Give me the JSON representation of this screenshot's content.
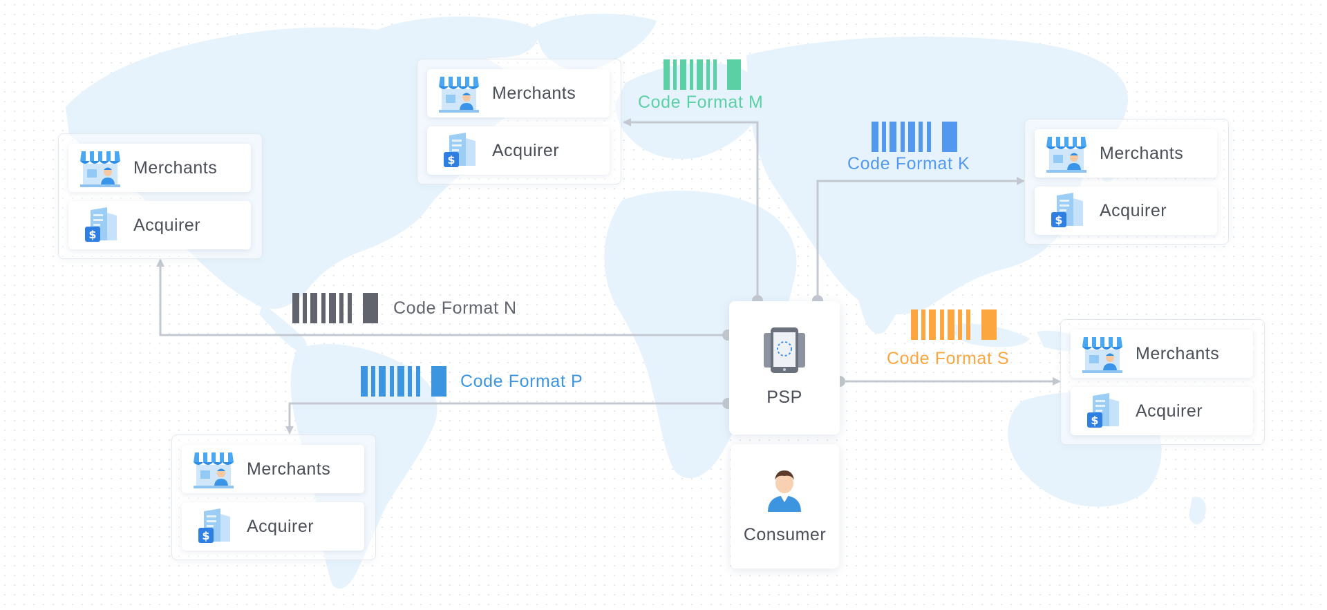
{
  "colors": {
    "map_land": "#e7f3fc",
    "connector": "#c3c8d0",
    "format_m": "#5cd0a5",
    "format_k": "#5298ef",
    "format_n": "#61646d",
    "format_p": "#3d95e0",
    "format_s": "#fca640",
    "text": "#4a4e57"
  },
  "icons": {
    "merchant": "storefront-icon",
    "acquirer": "bank-building-icon",
    "psp": "smartphone-icon",
    "consumer": "person-icon"
  },
  "groups": [
    {
      "id": "north-america",
      "merchants": "Merchants",
      "acquirer": "Acquirer"
    },
    {
      "id": "europe",
      "merchants": "Merchants",
      "acquirer": "Acquirer"
    },
    {
      "id": "east-asia",
      "merchants": "Merchants",
      "acquirer": "Acquirer"
    },
    {
      "id": "southeast-asia",
      "merchants": "Merchants",
      "acquirer": "Acquirer"
    },
    {
      "id": "south-america",
      "merchants": "Merchants",
      "acquirer": "Acquirer"
    }
  ],
  "formats": {
    "m": "Code Format M",
    "k": "Code Format K",
    "n": "Code Format N",
    "p": "Code Format P",
    "s": "Code Format S"
  },
  "psp": {
    "label": "PSP"
  },
  "consumer": {
    "label": "Consumer"
  }
}
